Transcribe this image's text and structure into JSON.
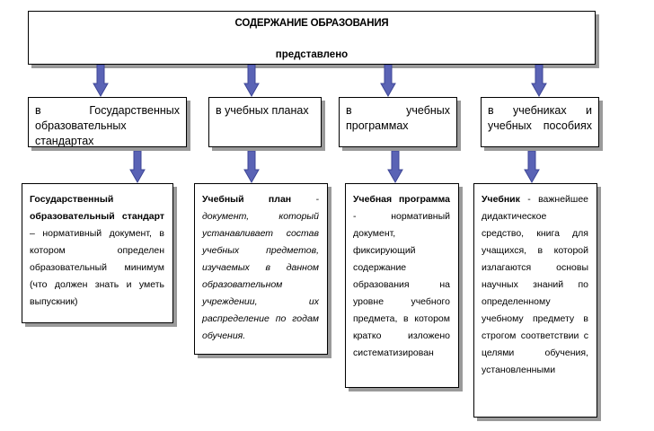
{
  "top": {
    "title": "СОДЕРЖАНИЕ ОБРАЗОВАНИЯ",
    "subtitle": "представлено"
  },
  "categories": [
    {
      "label": "в Государственных образовательных стандартах"
    },
    {
      "label": "в учебных планах"
    },
    {
      "label": "в учебных программах"
    },
    {
      "label": "в учебниках и учебных пособиях"
    }
  ],
  "definitions": [
    {
      "term": "Государственный образовательный стандарт",
      "text": "– нормативный документ, в котором определен образовательный минимум (что должен знать и уметь выпускник)"
    },
    {
      "term": "Учебный план",
      "text": "- документ, который устанавливает состав учебных предметов, изучаемых в данном образовательном учреждении, их распределение по годам обучения."
    },
    {
      "term": "Учебная программа",
      "text": "- нормативный документ, фиксирующий содержание образования на уровне учебного предмета, в котором кратко изложено систематизирован"
    },
    {
      "term": "Учебник",
      "text": "- важнейшее дидактическое средство, книга для учащихся, в которой излагаются основы научных знаний по определенному учебному предмету в строгом соответствии с целями обучения, установленными"
    }
  ],
  "colors": {
    "arrow_fill": "#5a63b5",
    "arrow_stroke": "#3d4696",
    "shadow": "#9a9a9a"
  }
}
